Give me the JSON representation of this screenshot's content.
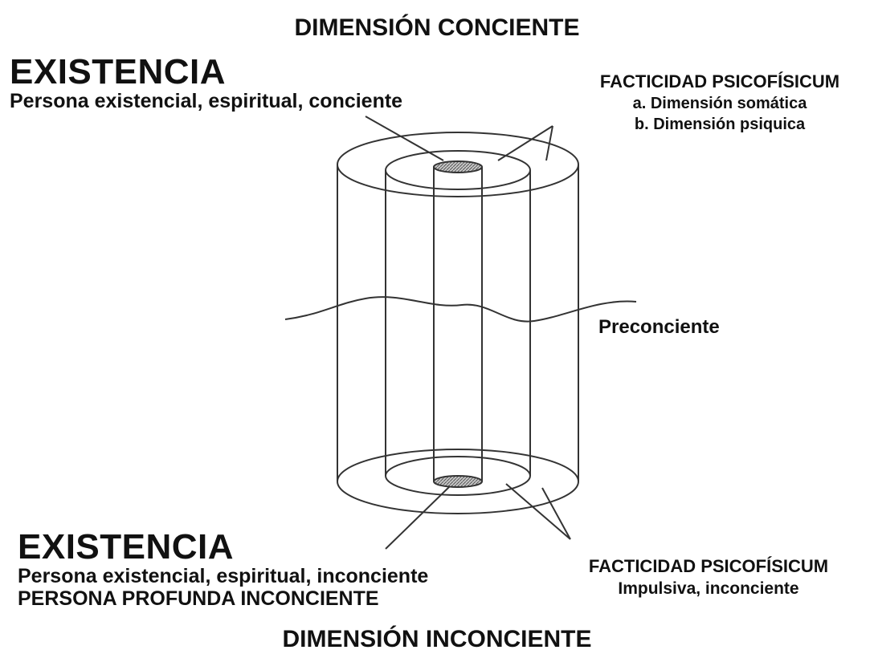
{
  "top_title": "DIMENSIÓN CONCIENTE",
  "bottom_title": "DIMENSIÓN INCONCIENTE",
  "top_existence": {
    "heading": "EXISTENCIA",
    "subtitle": "Persona existencial, espiritual, conciente"
  },
  "bottom_existence": {
    "heading": "EXISTENCIA",
    "subtitle": "Persona existencial, espiritual, inconciente",
    "subtitle2": "PERSONA PROFUNDA INCONCIENTE"
  },
  "top_facticity": {
    "title": "FACTICIDAD PSICOFÍSICUM",
    "line_a": "a. Dimensión somática",
    "line_b": "b. Dimensión psiquica"
  },
  "bottom_facticity": {
    "title": "FACTICIDAD PSICOFÍSICUM",
    "line": "Impulsiva, inconciente"
  },
  "preconscious_label": "Preconciente"
}
